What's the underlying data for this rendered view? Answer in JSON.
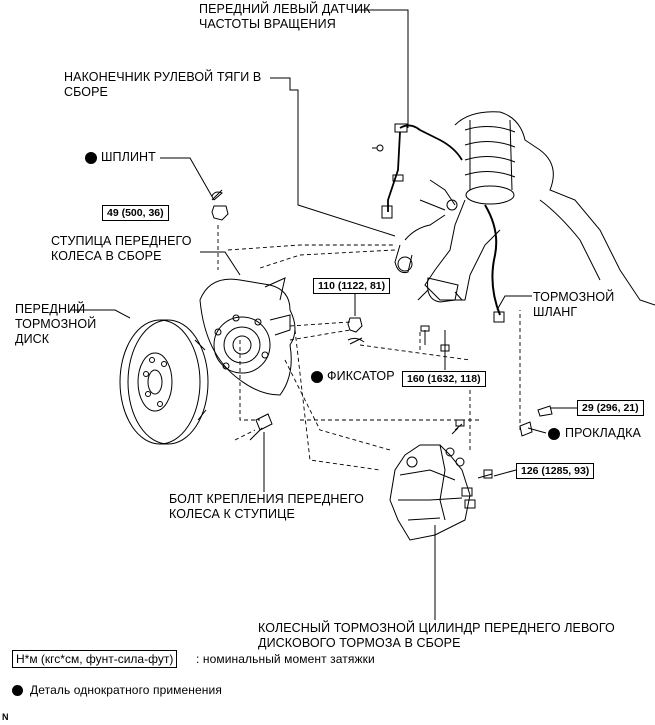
{
  "labels": {
    "speed_sensor": "ПЕРЕДНИЙ ЛЕВЫЙ ДАТЧИК\nЧАСТОТЫ ВРАЩЕНИЯ",
    "tie_rod_end": "НАКОНЕЧНИК РУЛЕВОЙ ТЯГИ В\nСБОРЕ",
    "cotter_pin": "ШПЛИНТ",
    "hub": "СТУПИЦА ПЕРЕДНЕГО\nКОЛЕСА В СБОРЕ",
    "disc": "ПЕРЕДНИЙ\nТОРМОЗНОЙ\nДИСК",
    "retainer": "ФИКСАТОР",
    "brake_hose": "ТОРМОЗНОЙ\nШЛАНГ",
    "gasket": "ПРОКЛАДКА",
    "hub_bolt": "БОЛТ КРЕПЛЕНИЯ ПЕРЕДНЕГО\nКОЛЕСА К СТУПИЦЕ",
    "caliper": "КОЛЕСНЫЙ ТОРМОЗНОЙ ЦИЛИНДР ПЕРЕДНЕГО ЛЕВОГО\nДИСКОВОГО ТОРМОЗА В СБОРЕ"
  },
  "torques": {
    "t49": "49 (500, 36)",
    "t110": "110 (1122, 81)",
    "t160": "160 (1632, 118)",
    "t29": "29 (296, 21)",
    "t126": "126 (1285, 93)"
  },
  "legend": {
    "torque_unit": "Н*м (кгс*см, фунт-сила-фут)",
    "torque_desc": ": номинальный момент затяжки",
    "non_reusable": "Деталь однократного применения"
  },
  "corner_mark": "N"
}
